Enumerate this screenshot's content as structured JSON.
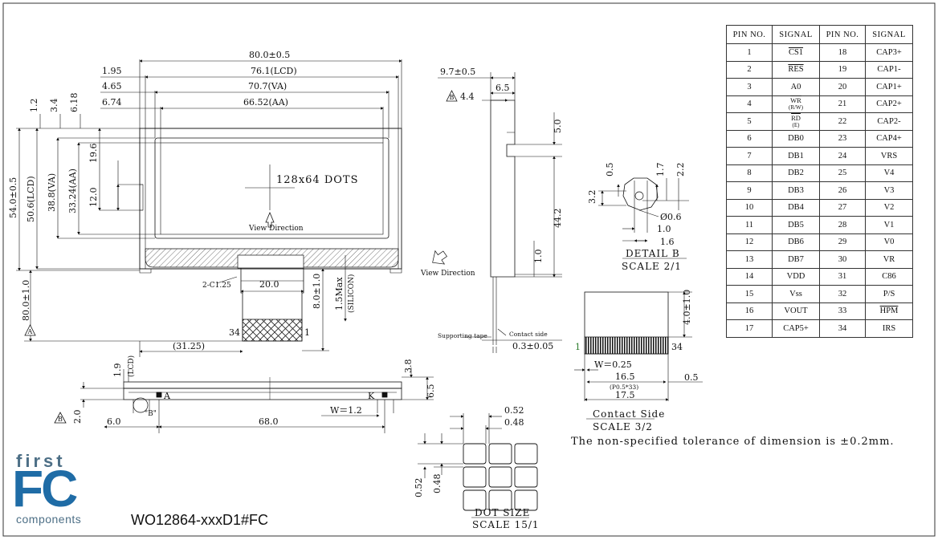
{
  "front_view": {
    "dims_top": [
      "80.0±0.5",
      "76.1(LCD)",
      "70.7(VA)",
      "66.52(AA)"
    ],
    "dims_left_top": [
      "1.95",
      "4.65",
      "6.74"
    ],
    "dims_vert_small": [
      "1.2",
      "3.4",
      "6.18"
    ],
    "dims_vertical": [
      "54.0±0.5",
      "50.6(LCD)",
      "38.8(VA)",
      "33.24(AA)",
      "19.6",
      "12.0"
    ],
    "dots_label": "128x64 DOTS",
    "view_direction": "View Direction",
    "c125": "2-C1.25",
    "fpc_width": "20.0",
    "fpc_len": "8.0±1.0",
    "silicon": "1.5Max",
    "silicon_sub": "(SILICON)",
    "pin34": "34",
    "pin1": "1",
    "overall_height": "80.0±1.0",
    "offset": "(31.25)",
    "datum_a": "A"
  },
  "bottom_view": {
    "d19": "1.9",
    "lcd": "(LCD)",
    "d38": "3.8",
    "d65": "6.5",
    "d20": "2.0",
    "d60": "6.0",
    "d680": "68.0",
    "w12": "W＝1.2",
    "label_a": "A",
    "label_k": "K",
    "label_b": "\"B\"",
    "datum_b": "B"
  },
  "side_view": {
    "d97": "9.7±0.5",
    "d65": "6.5",
    "d44": "4.4",
    "d50": "5.0",
    "d442": "44.2",
    "d10": "1.0",
    "view_direction": "View Direction",
    "supporting_tape": "Supporting tape",
    "contact_side": "Contact side",
    "d03": "0.3±0.05",
    "datum_b": "B"
  },
  "detail_b": {
    "d05": "0.5",
    "d17": "1.7",
    "d22": "2.2",
    "d32": "3.2",
    "d06": "Ø0.6",
    "d10": "1.0",
    "d16": "1.6",
    "title": "DETAIL B",
    "scale": "SCALE 2/1"
  },
  "contact": {
    "d40": "4.0±1.0",
    "pin1": "1",
    "pin34": "34",
    "w025": "W＝0.25",
    "d165": "16.5",
    "pitch": "(P0.5*33)",
    "d05": "0.5",
    "d175": "17.5",
    "title": "Contact Side",
    "scale": "SCALE 3/2"
  },
  "tolerance_note": "The non-specified tolerance of dimension is  ±0.2mm.",
  "dot_size": {
    "d052": "0.52",
    "d048": "0.48",
    "title": "DOT SIZE",
    "scale": "SCALE 15/1"
  },
  "pin_table": {
    "headers": [
      "PIN NO.",
      "SIGNAL",
      "PIN NO.",
      "SIGNAL"
    ],
    "rows": [
      [
        "1",
        "CS1",
        "18",
        "CAP3+"
      ],
      [
        "2",
        "RES",
        "19",
        "CAP1-"
      ],
      [
        "3",
        "A0",
        "20",
        "CAP1+"
      ],
      [
        "4",
        "WR",
        "21",
        "CAP2+"
      ],
      [
        "5",
        "RD",
        "22",
        "CAP2-"
      ],
      [
        "6",
        "DB0",
        "23",
        "CAP4+"
      ],
      [
        "7",
        "DB1",
        "24",
        "VRS"
      ],
      [
        "8",
        "DB2",
        "25",
        "V4"
      ],
      [
        "9",
        "DB3",
        "26",
        "V3"
      ],
      [
        "10",
        "DB4",
        "27",
        "V2"
      ],
      [
        "11",
        "DB5",
        "28",
        "V1"
      ],
      [
        "12",
        "DB6",
        "29",
        "V0"
      ],
      [
        "13",
        "DB7",
        "30",
        "VR"
      ],
      [
        "14",
        "VDD",
        "31",
        "C86"
      ],
      [
        "15",
        "Vss",
        "32",
        "P/S"
      ],
      [
        "16",
        "VOUT",
        "33",
        "HPM"
      ],
      [
        "17",
        "CAP5+",
        "34",
        "IRS"
      ]
    ],
    "sub_labels": {
      "wr": "(R/W)",
      "rd": "(E)"
    }
  },
  "logo": {
    "first": "first",
    "fc": "FC",
    "components": "components"
  },
  "model": "WO12864-xxxD1#FC"
}
